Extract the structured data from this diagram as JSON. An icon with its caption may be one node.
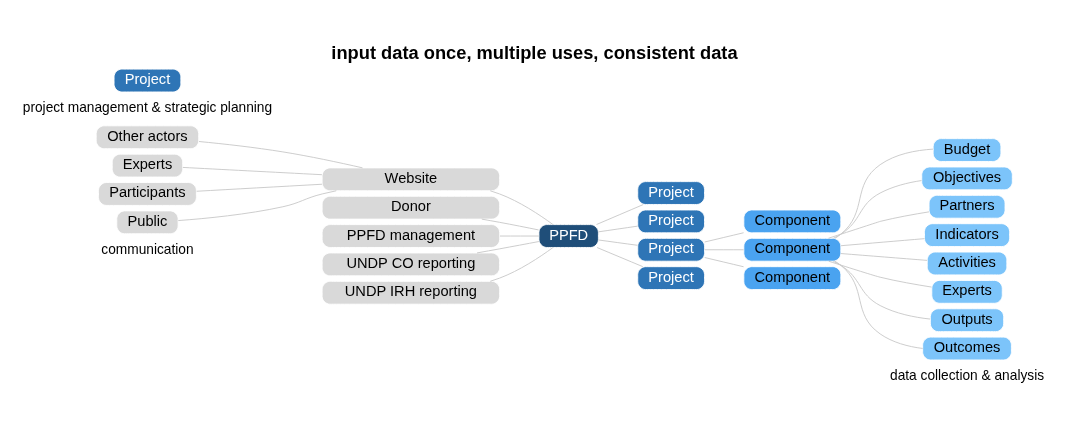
{
  "diagram": {
    "title": "input data once, multiple uses, consistent data",
    "nodes": [
      {
        "text": [
          "Other actors"
        ]
      },
      {
        "text": [
          "Experts"
        ]
      },
      {
        "text": [
          "Participants"
        ]
      },
      {
        "text": [
          "Public"
        ]
      },
      {
        "text": [
          "Donor"
        ]
      },
      {
        "text": [
          "Website"
        ]
      },
      {
        "text": [
          "PPFD management"
        ]
      },
      {
        "text": [
          "UNDP CO reporting"
        ]
      },
      {
        "text": [
          "UNDP IRH reporting"
        ]
      },
      {
        "text": [
          "PPFD"
        ]
      },
      {
        "text": [
          "Project"
        ]
      },
      {
        "text": [
          "Project"
        ]
      },
      {
        "text": [
          "Project"
        ]
      },
      {
        "text": [
          "Project"
        ]
      },
      {
        "text": [
          "Project"
        ]
      },
      {
        "text": [
          "Component"
        ]
      },
      {
        "text": [
          "Component"
        ]
      },
      {
        "text": [
          "Component"
        ]
      },
      {
        "text": [
          "Budget"
        ]
      },
      {
        "text": [
          "Objectives"
        ]
      },
      {
        "text": [
          "Partners"
        ]
      },
      {
        "text": [
          "Indicators"
        ]
      },
      {
        "text": [
          "Activities"
        ]
      },
      {
        "text": [
          "Experts"
        ]
      },
      {
        "text": [
          "Outputs"
        ]
      },
      {
        "text": [
          "Outcomes"
        ]
      }
    ],
    "edges": [
      {
        "from": 0,
        "to": 5,
        "arrow": "none"
      },
      {
        "from": 1,
        "to": 5,
        "arrow": "none"
      },
      {
        "from": 2,
        "to": 5,
        "arrow": "none"
      },
      {
        "from": 3,
        "to": 5,
        "arrow": "none"
      },
      {
        "from": 4,
        "to": 9,
        "arrow": "none"
      },
      {
        "from": 5,
        "to": 9,
        "arrow": "none"
      },
      {
        "from": 6,
        "to": 9,
        "arrow": "none"
      },
      {
        "from": 7,
        "to": 9,
        "arrow": "none"
      },
      {
        "from": 8,
        "to": 9,
        "arrow": "none"
      },
      {
        "from": 9,
        "to": 10,
        "arrow": "none"
      },
      {
        "from": 9,
        "to": 11,
        "arrow": "none"
      },
      {
        "from": 9,
        "to": 12,
        "arrow": "none"
      },
      {
        "from": 9,
        "to": 13,
        "arrow": "none"
      },
      {
        "from": 12,
        "to": 15,
        "arrow": "none"
      },
      {
        "from": 12,
        "to": 16,
        "arrow": "none"
      },
      {
        "from": 12,
        "to": 17,
        "arrow": "none"
      },
      {
        "from": 16,
        "to": 18,
        "arrow": "none"
      },
      {
        "from": 16,
        "to": 19,
        "arrow": "none"
      },
      {
        "from": 16,
        "to": 20,
        "arrow": "none"
      },
      {
        "from": 16,
        "to": 21,
        "arrow": "none"
      },
      {
        "from": 16,
        "to": 22,
        "arrow": "none"
      },
      {
        "from": 16,
        "to": 23,
        "arrow": "none"
      },
      {
        "from": 16,
        "to": 24,
        "arrow": "none"
      },
      {
        "from": 16,
        "to": 25,
        "arrow": "none"
      }
    ],
    "labels": [
      "communication",
      "project management & strategic planning",
      "data collection & analysis"
    ]
  }
}
